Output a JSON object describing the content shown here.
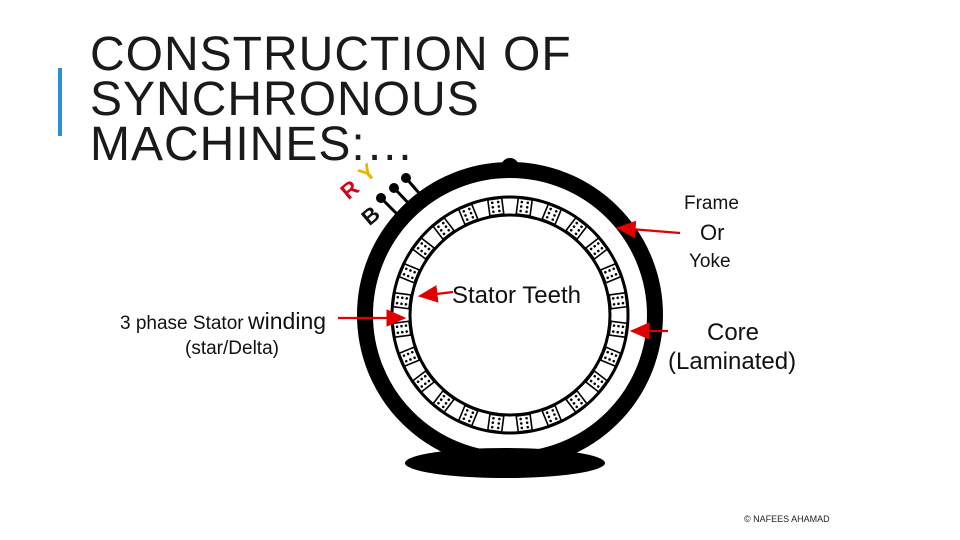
{
  "slide": {
    "title_lines": [
      "CONSTRUCTION OF",
      "SYNCHRONOUS",
      "MACHINES:…"
    ],
    "accent_color": "#2c8fd6",
    "footer": "© NAFEES AHAMAD"
  },
  "diagram": {
    "phases": [
      {
        "label": "R",
        "color": "#d4001a"
      },
      {
        "label": "Y",
        "color": "#e8b400"
      },
      {
        "label": "B",
        "color": "#111111"
      }
    ],
    "labels": {
      "frame": "Frame",
      "or": "Or",
      "yoke": "Yoke",
      "stator_teeth": "Stator Teeth",
      "core": "Core",
      "laminated": "(Laminated)",
      "winding_a": "3 phase Stator",
      "winding_b": "winding",
      "winding_type": "(star/Delta)"
    },
    "arrow_color": "#e00000",
    "slot_count": 24
  }
}
